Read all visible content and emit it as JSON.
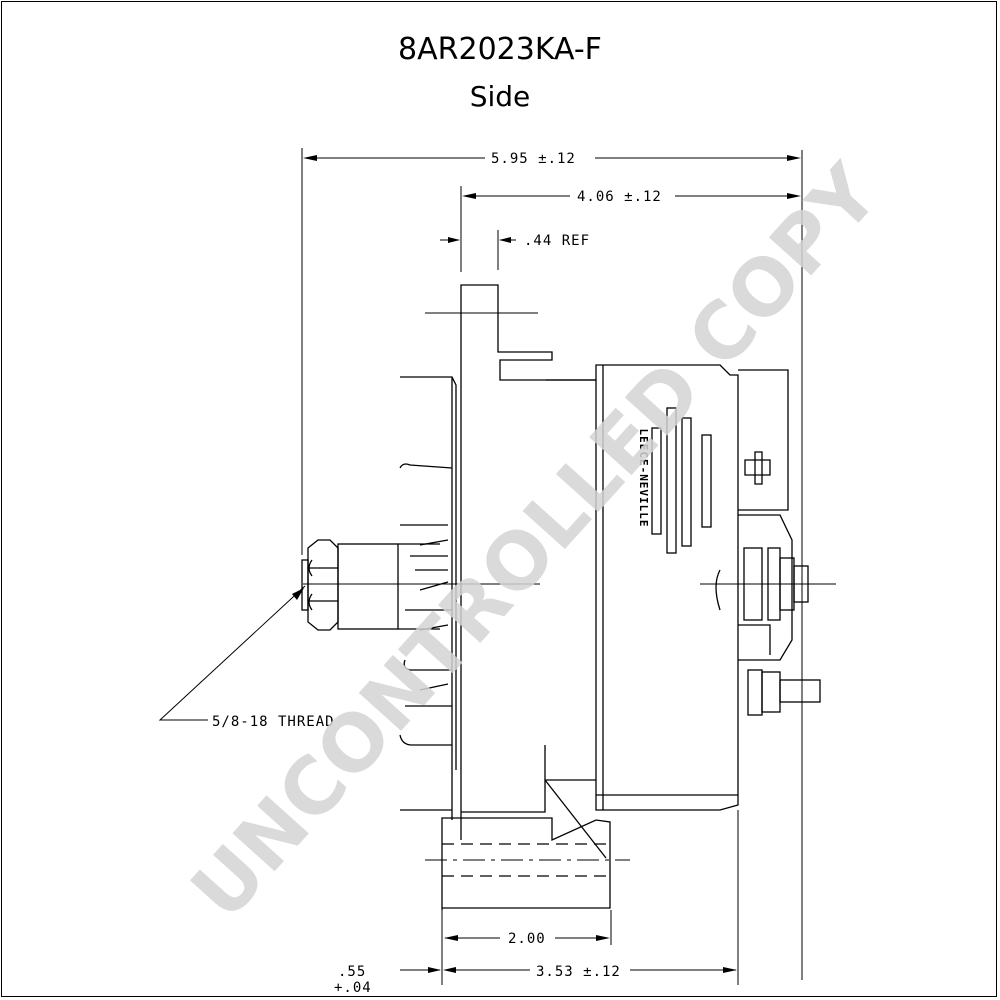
{
  "drawing": {
    "part_number": "8AR2023KA-F",
    "view": "Side"
  },
  "dimensions": {
    "overall_length": "5.95 ±.12",
    "housing_length": "4.06 ±.12",
    "pulley_ref": ".44 REF",
    "thread_callout": "5/8-18 THREAD",
    "mount_width": "2.00",
    "mount_to_rear": "3.53 ±.12",
    "offset_value": ".55",
    "offset_tolerance": "+.04"
  },
  "housing_label": "LEECE-NEVILLE",
  "watermark": "UNCONTROLLED COPY"
}
